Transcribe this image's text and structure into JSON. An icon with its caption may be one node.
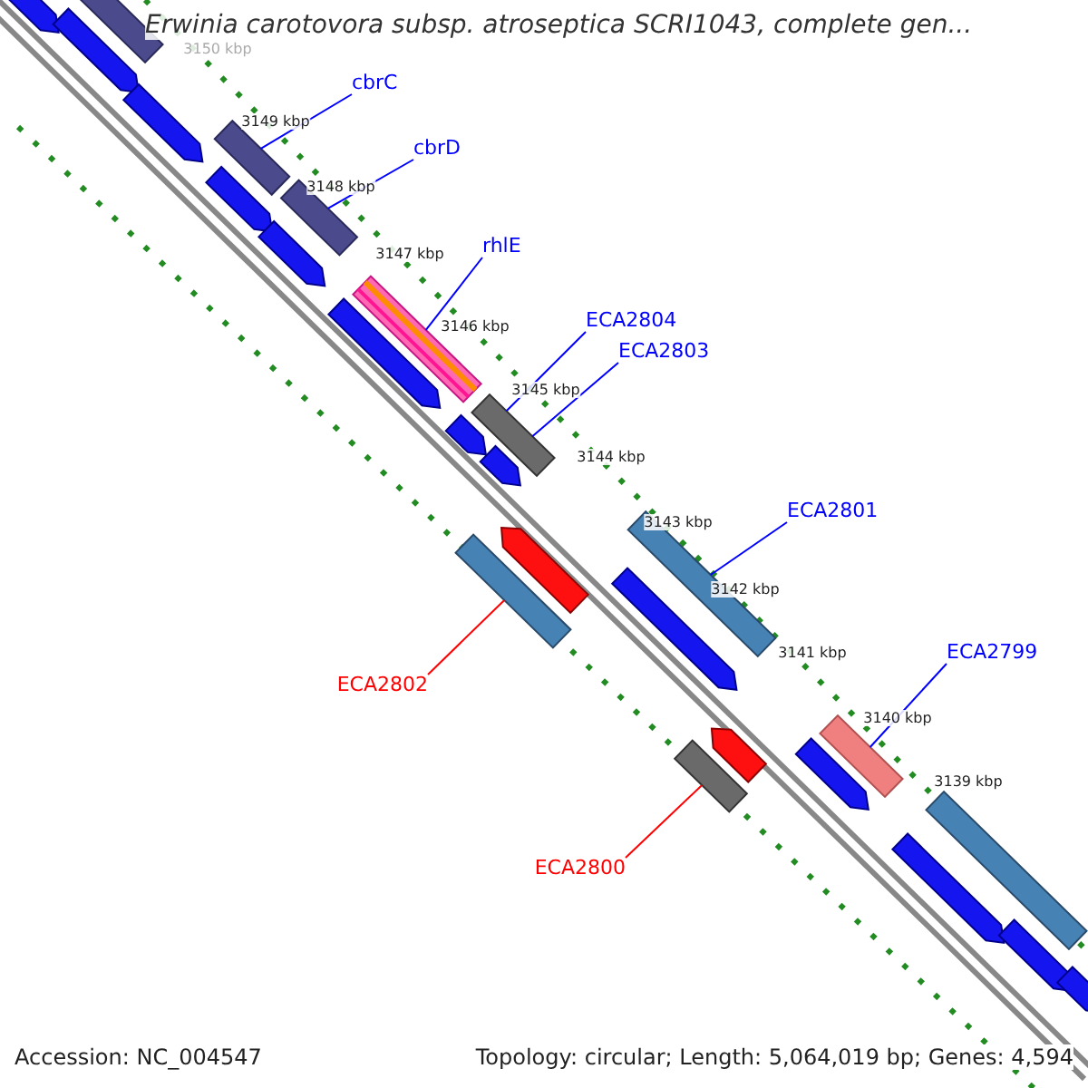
{
  "diagram": {
    "title": "Erwinia carotovora subsp. atroseptica SCRI1043, complete gen...",
    "nodes": [
      {
        "text": [
          "cbrC"
        ]
      },
      {
        "text": [],
        "shape": "bar"
      },
      {
        "text": [
          "cbrD"
        ]
      },
      {
        "text": [],
        "shape": "bar"
      },
      {
        "text": [
          "rhlE"
        ]
      },
      {
        "text": [],
        "shape": "bar"
      },
      {
        "text": [
          "ECA2804"
        ]
      },
      {
        "text": [
          "ECA2803"
        ]
      },
      {
        "text": [],
        "shape": "bar"
      },
      {
        "text": [
          "ECA2801"
        ]
      },
      {
        "text": [],
        "shape": "bar"
      },
      {
        "text": [
          "ECA2799"
        ]
      },
      {
        "text": [],
        "shape": "bar"
      },
      {
        "text": [
          "ECA2802"
        ]
      },
      {
        "text": [],
        "shape": "bar"
      },
      {
        "text": [
          "ECA2800"
        ]
      },
      {
        "text": [],
        "shape": "bar"
      },
      {
        "text": [],
        "shape": "bar"
      },
      {
        "text": [],
        "shape": "bar"
      },
      {
        "text": [],
        "shape": "bar"
      },
      {
        "text": [],
        "shape": "bar"
      },
      {
        "text": [],
        "shape": "bar"
      },
      {
        "text": [],
        "shape": "bar"
      },
      {
        "text": [],
        "shape": "bar"
      },
      {
        "text": [],
        "shape": "bar"
      },
      {
        "text": [],
        "shape": "bar"
      },
      {
        "text": [],
        "shape": "bar"
      },
      {
        "text": [],
        "shape": "bar"
      },
      {
        "text": [],
        "shape": "bar"
      },
      {
        "text": [],
        "shape": "bar"
      },
      {
        "text": [],
        "shape": "bar"
      },
      {
        "text": [],
        "shape": "bar"
      },
      {
        "text": [],
        "shape": "bar"
      },
      {
        "text": [],
        "shape": "bar"
      }
    ],
    "edges": [
      {
        "from": 0,
        "to": 1,
        "arrow": "none"
      },
      {
        "from": 2,
        "to": 3,
        "arrow": "none"
      },
      {
        "from": 4,
        "to": 5,
        "arrow": "none"
      },
      {
        "from": 6,
        "to": 8,
        "arrow": "none"
      },
      {
        "from": 7,
        "to": 8,
        "arrow": "none"
      },
      {
        "from": 9,
        "to": 10,
        "arrow": "none"
      },
      {
        "from": 11,
        "to": 12,
        "arrow": "none"
      },
      {
        "from": 13,
        "to": 14,
        "arrow": "none",
        "color": "#ff0000"
      },
      {
        "from": 15,
        "to": 16,
        "arrow": "none",
        "color": "#ff0000"
      }
    ],
    "labels": [
      "3150 kbp",
      "3149 kbp",
      "3148 kbp",
      "3147 kbp",
      "3146 kbp",
      "3145 kbp",
      "3144 kbp",
      "3143 kbp",
      "3142 kbp",
      "3141 kbp",
      "3140 kbp",
      "3139 kbp",
      "Accession: NC_004547",
      "Topology: circular; Length: 5,064,019 bp; Genes: 4,594"
    ]
  }
}
